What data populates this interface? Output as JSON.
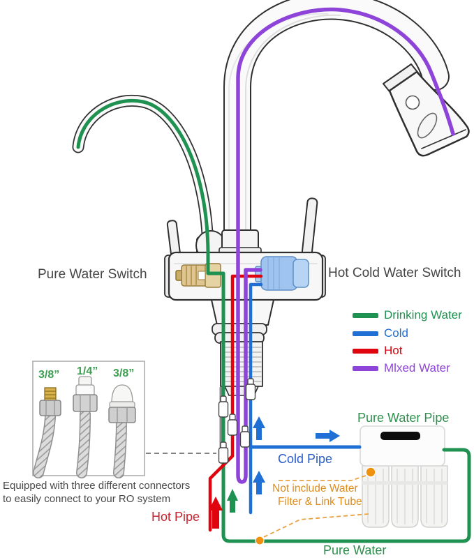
{
  "colors": {
    "drinking_water": "#1f9150",
    "cold": "#1f6fd4",
    "hot": "#e0040f",
    "mixed_water": "#8e44d8",
    "callout_orange": "#dd8c1f",
    "switch_label_gray": "#454545",
    "hot_pipe_label": "#c8232e",
    "cold_pipe_label": "#2a5cc8",
    "green_label": "#2e8f4d",
    "connector_size_green": "#3c9e50"
  },
  "switch_labels": {
    "pure_water": "Pure Water Switch",
    "hot_cold": "Hot Cold Water Switch"
  },
  "legend": {
    "items": [
      {
        "label": "Drinking Water",
        "color": "#1f9150"
      },
      {
        "label": "Cold",
        "color": "#1f6fd4"
      },
      {
        "label": "Hot",
        "color": "#e0040f"
      },
      {
        "label": "Mlxed Water",
        "color": "#8e44d8"
      }
    ]
  },
  "connector_box": {
    "sizes": [
      "3/8”",
      "1/4”",
      "3/8”"
    ],
    "caption_line1": "Equipped with three different connectors",
    "caption_line2": "to easily connect to your RO system"
  },
  "pipe_labels": {
    "hot_pipe": "Hot Pipe",
    "cold_pipe": "Cold Pipe",
    "pure_water_pipe": "Pure Water Pipe",
    "pure_water": "Pure Water"
  },
  "filter_note": {
    "line1": "Not include Water",
    "line2": "Filter & Link Tube"
  }
}
